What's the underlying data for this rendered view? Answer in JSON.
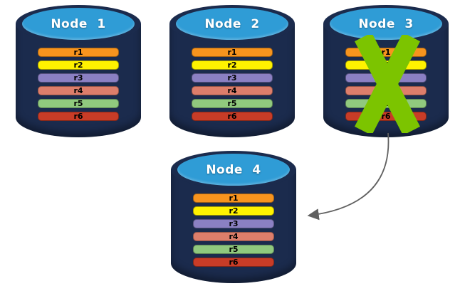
{
  "nodes": [
    {
      "name": "Node 1",
      "failed": false,
      "records": [
        "r1",
        "r2",
        "r3",
        "r4",
        "r5",
        "r6"
      ]
    },
    {
      "name": "Node 2",
      "failed": false,
      "records": [
        "r1",
        "r2",
        "r3",
        "r4",
        "r5",
        "r6"
      ]
    },
    {
      "name": "Node 3",
      "failed": true,
      "records": [
        "r1",
        "r2",
        "r3",
        "r4",
        "r5",
        "r6"
      ]
    },
    {
      "name": "Node 4",
      "failed": false,
      "records": [
        "r1",
        "r2",
        "r3",
        "r4",
        "r5",
        "r6"
      ]
    }
  ],
  "arrow": {
    "from": "Node 3",
    "to": "Node 4"
  },
  "colors": {
    "cylinder_body": "#1B2B4D",
    "cylinder_top": "#2F9CD6",
    "record_r1": "#F7941E",
    "record_r2": "#FFF200",
    "record_r3": "#8B80C3",
    "record_r4": "#DD7E6B",
    "record_r5": "#90C97E",
    "record_r6": "#C83C27",
    "failure_x": "#7CC400",
    "arrow": "#606060"
  }
}
